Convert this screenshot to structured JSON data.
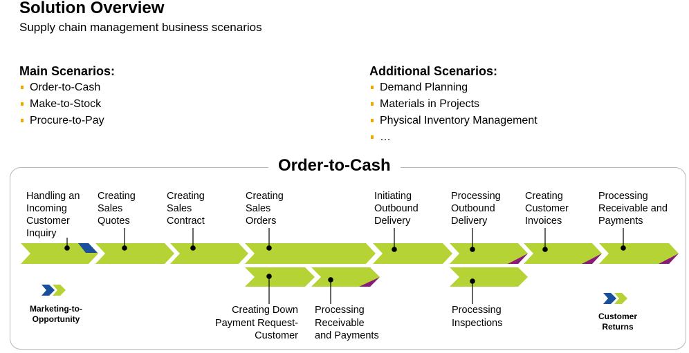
{
  "title": "Solution Overview",
  "subtitle": "Supply chain management business scenarios",
  "main_scenarios": {
    "heading": "Main Scenarios:",
    "items": [
      "Order-to-Cash",
      "Make-to-Stock",
      "Procure-to-Pay"
    ]
  },
  "additional_scenarios": {
    "heading": "Additional Scenarios:",
    "items": [
      "Demand Planning",
      "Materials in Projects",
      "Physical Inventory Management",
      "…"
    ]
  },
  "process": {
    "title": "Order-to-Cash",
    "steps": [
      "Handling an\nIncoming\nCustomer\nInquiry",
      "Creating\nSales\nQuotes",
      "Creating\nSales\nContract",
      "Creating\nSales\nOrders",
      "Initiating\nOutbound\nDelivery",
      "Processing\nOutbound\nDelivery",
      "Creating\nCustomer\nInvoices",
      "Processing\nReceivable and\nPayments"
    ],
    "sub_steps": [
      "Creating Down\nPayment Request-\nCustomer",
      "Processing\nReceivable\nand Payments",
      "Processing\nInspections"
    ],
    "related_left": "Marketing-to-\nOpportunity",
    "related_right": "Customer\nReturns"
  },
  "colors": {
    "arrow_green": "#b5d334",
    "accent_purple": "#8b1a7d",
    "accent_blue": "#1a4f9c",
    "bullet_orange": "#f0a800",
    "frame_gray": "#b6b6b6"
  }
}
